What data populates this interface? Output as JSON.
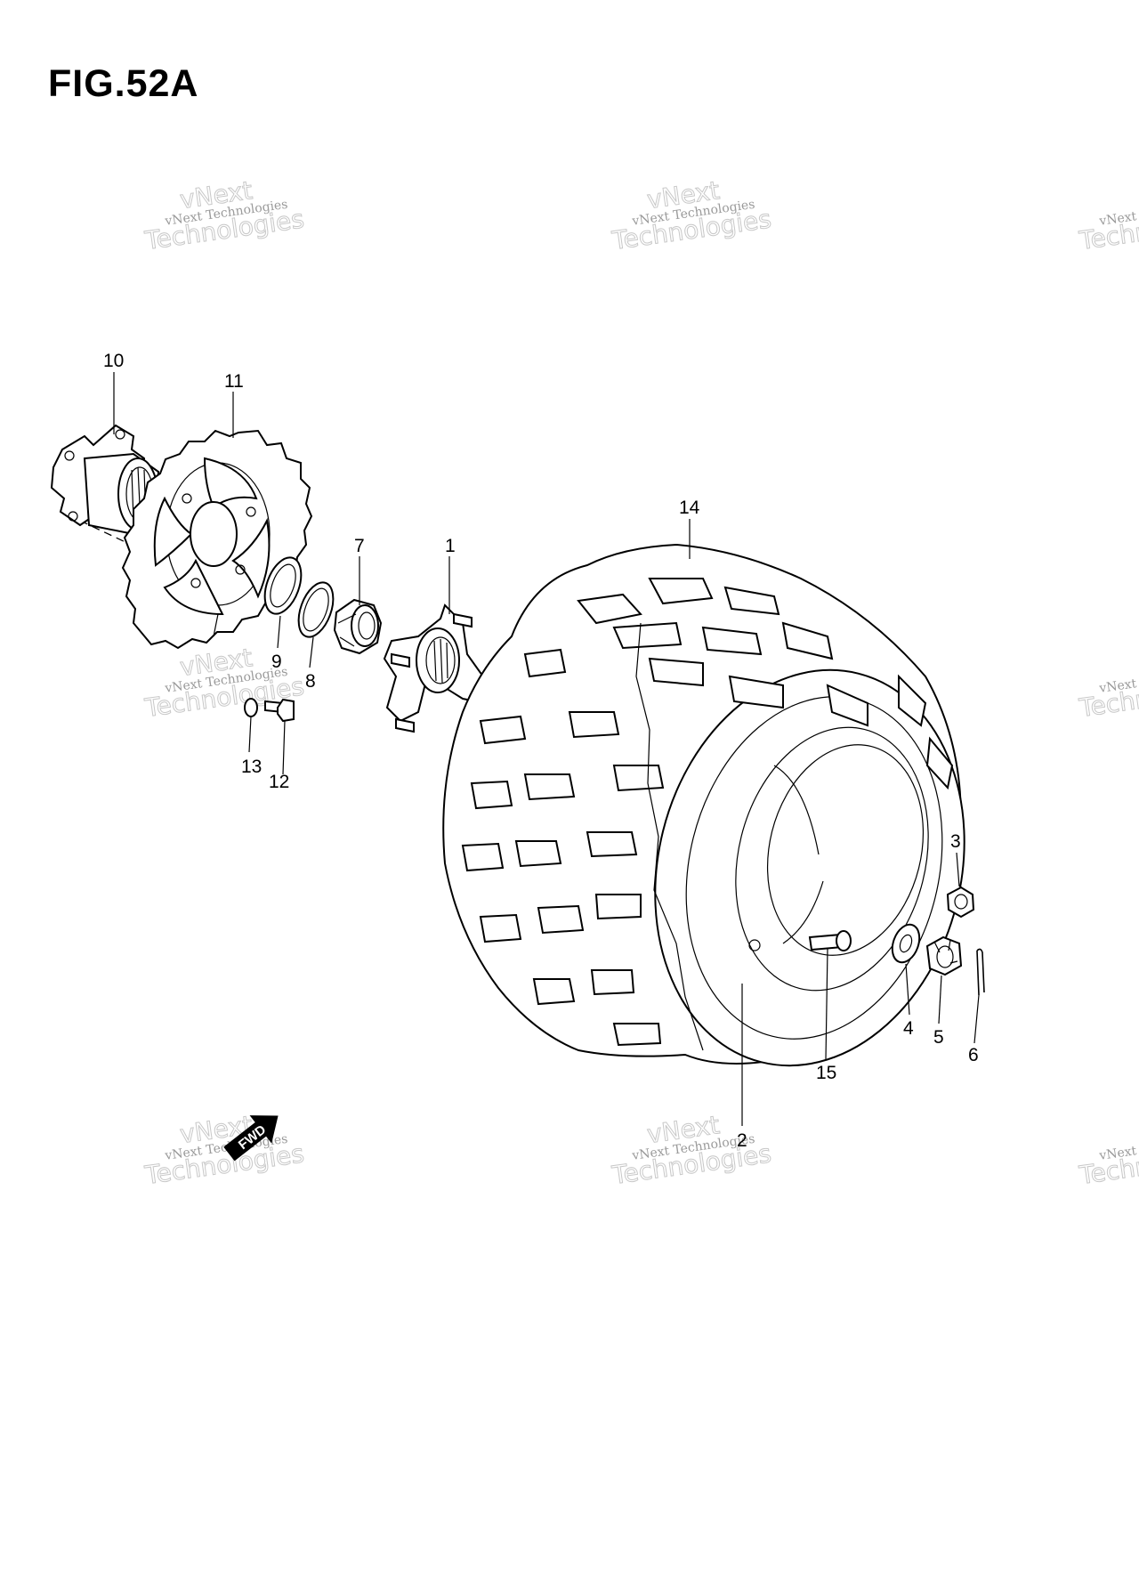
{
  "figure": {
    "title": "FIG.52A"
  },
  "watermark": {
    "line1": "vNext Technologies",
    "line2a": "vNext",
    "line2b": "Technologies"
  },
  "fwd_label": "FWD",
  "callouts": {
    "c1": "1",
    "c2": "2",
    "c3": "3",
    "c4": "4",
    "c5": "5",
    "c6": "6",
    "c7": "7",
    "c8": "8",
    "c9": "9",
    "c10": "10",
    "c11": "11",
    "c12": "12",
    "c13": "13",
    "c14": "14",
    "c15": "15"
  }
}
